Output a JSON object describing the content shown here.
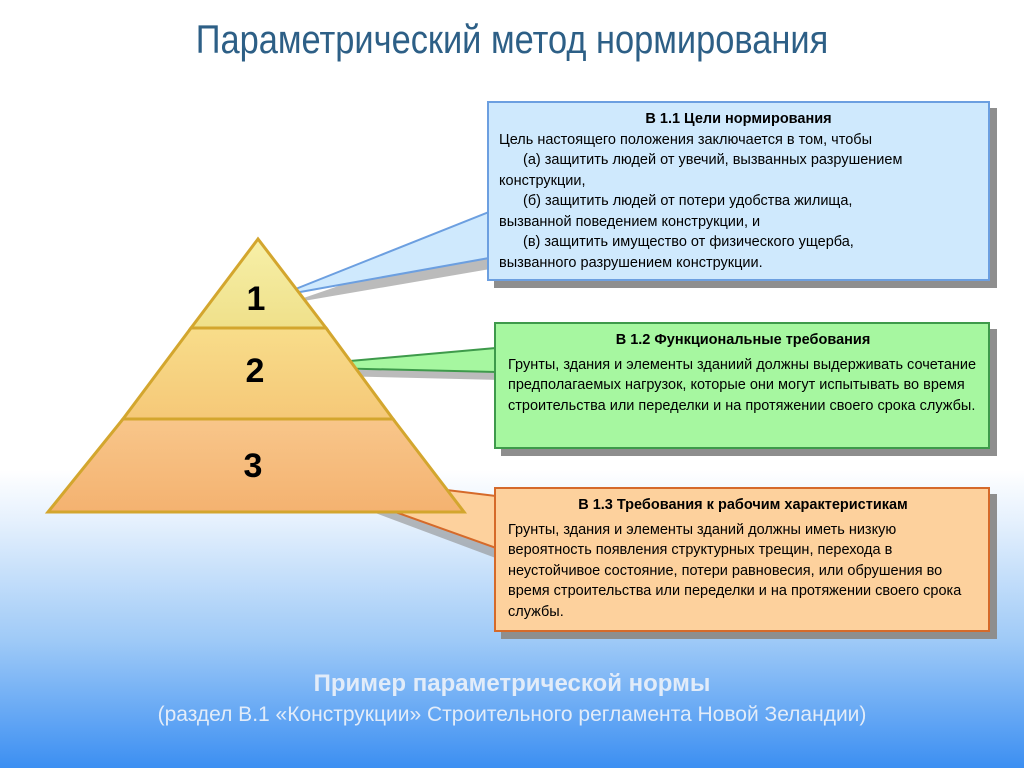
{
  "title": "Параметрический метод нормирования",
  "pyramid": {
    "levels": [
      "1",
      "2",
      "3"
    ]
  },
  "boxes": [
    {
      "header": "В 1.1   Цели нормирования",
      "intro": "Цель настоящего положения заключается в том, чтобы",
      "items": [
        "(а) защитить людей от увечий, вызванных разрушением",
        "конструкции,",
        "(б) защитить людей от потери удобства жилища,",
        "вызванной поведением конструкции, и",
        "(в) защитить имущество от физического ущерба,",
        "вызванного разрушением конструкции."
      ]
    },
    {
      "header": "В 1.2   Функциональные требования",
      "body": "Грунты, здания и элементы зданиий должны выдерживать сочетание предполагаемых нагрузок, которые они могут испытывать во время строительства или переделки и на протяжении своего срока службы."
    },
    {
      "header": "В 1.3   Требования к рабочим характеристикам",
      "body": "Грунты, здания и элементы зданий должны иметь низкую вероятность появления структурных трещин, перехода в неустойчивое состояние, потери равновесия, или обрушения во время строительства или переделки и на протяжении своего срока службы."
    }
  ],
  "caption": {
    "main": "Пример параметрической нормы",
    "sub": "(раздел В.1 «Конструкции» Строительного регламента Новой Зеландии)"
  },
  "colors": {
    "box1_fill": "#cfe9fd",
    "box2_fill": "#a6f7a0",
    "box3_fill": "#fdd19d",
    "pyramid_outline": "#d3a62e",
    "title": "#2d5f86"
  }
}
